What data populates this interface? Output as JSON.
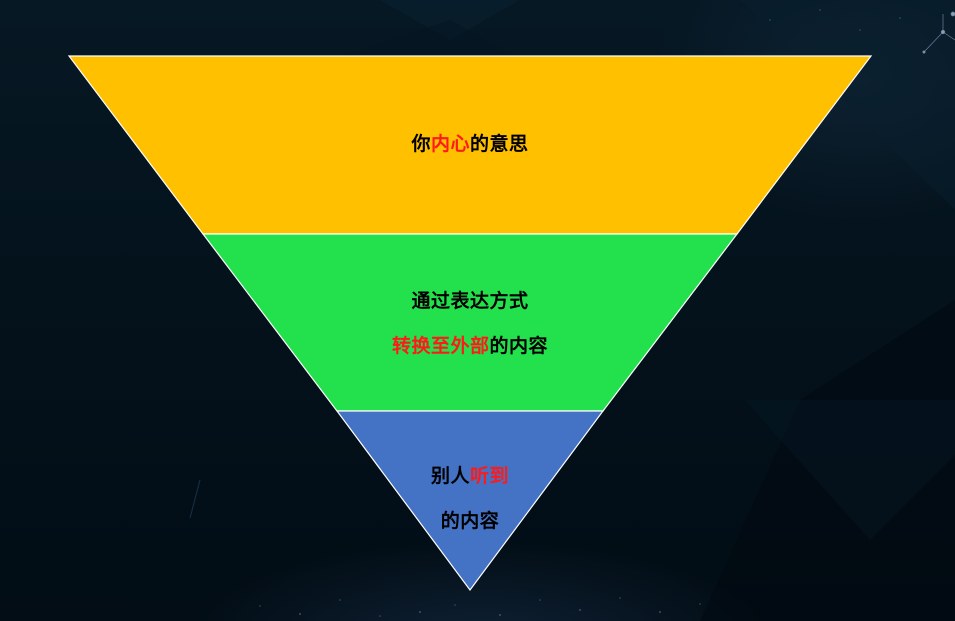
{
  "slide": {
    "background_color": "#03111b",
    "outline_color": "#ffffff"
  },
  "funnel": {
    "levels": [
      {
        "name": "inner-meaning",
        "fill": "#ffc000",
        "lines": [
          {
            "parts": [
              {
                "text": "你",
                "highlight": false
              },
              {
                "text": "内心",
                "highlight": true
              },
              {
                "text": "的意思",
                "highlight": false
              }
            ]
          }
        ]
      },
      {
        "name": "expression",
        "fill": "#22e14c",
        "lines": [
          {
            "parts": [
              {
                "text": "通过表达方式",
                "highlight": false
              }
            ]
          },
          {
            "parts": [
              {
                "text": "转换至外部",
                "highlight": true
              },
              {
                "text": "的内容",
                "highlight": false
              }
            ]
          }
        ]
      },
      {
        "name": "heard",
        "fill": "#4472c4",
        "lines": [
          {
            "parts": [
              {
                "text": "别人",
                "highlight": false
              },
              {
                "text": "听到",
                "highlight": true
              }
            ]
          },
          {
            "parts": [
              {
                "text": "的内容",
                "highlight": false
              }
            ]
          }
        ]
      }
    ],
    "highlight_color": "#ff1a1a",
    "text_color": "#000000"
  }
}
